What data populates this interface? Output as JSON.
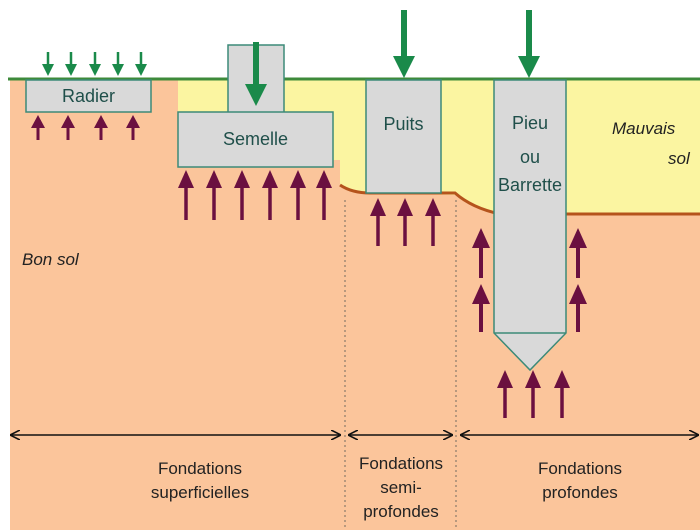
{
  "labels": {
    "radier": "Radier",
    "semelle": "Semelle",
    "puits": "Puits",
    "pieu_line1": "Pieu",
    "pieu_line2": "ou",
    "pieu_line3": "Barrette",
    "bon_sol": "Bon sol",
    "mauvais_line1": "Mauvais",
    "mauvais_line2": "sol"
  },
  "categories": {
    "superficielles_line1": "Fondations",
    "superficielles_line2": "superficielles",
    "semi_line1": "Fondations",
    "semi_line2": "semi-",
    "semi_line3": "profondes",
    "profondes_line1": "Fondations",
    "profondes_line2": "profondes"
  },
  "colors": {
    "good_soil": "#fbc59b",
    "bad_soil": "#fbf5a1",
    "ground_line": "#3d8a3a",
    "interface": "#b5541c",
    "foundation_fill": "#d9d9d9",
    "foundation_stroke": "#3c8a78",
    "load_arrow": "#1a8a4a",
    "reaction_arrow": "#6b1040"
  }
}
